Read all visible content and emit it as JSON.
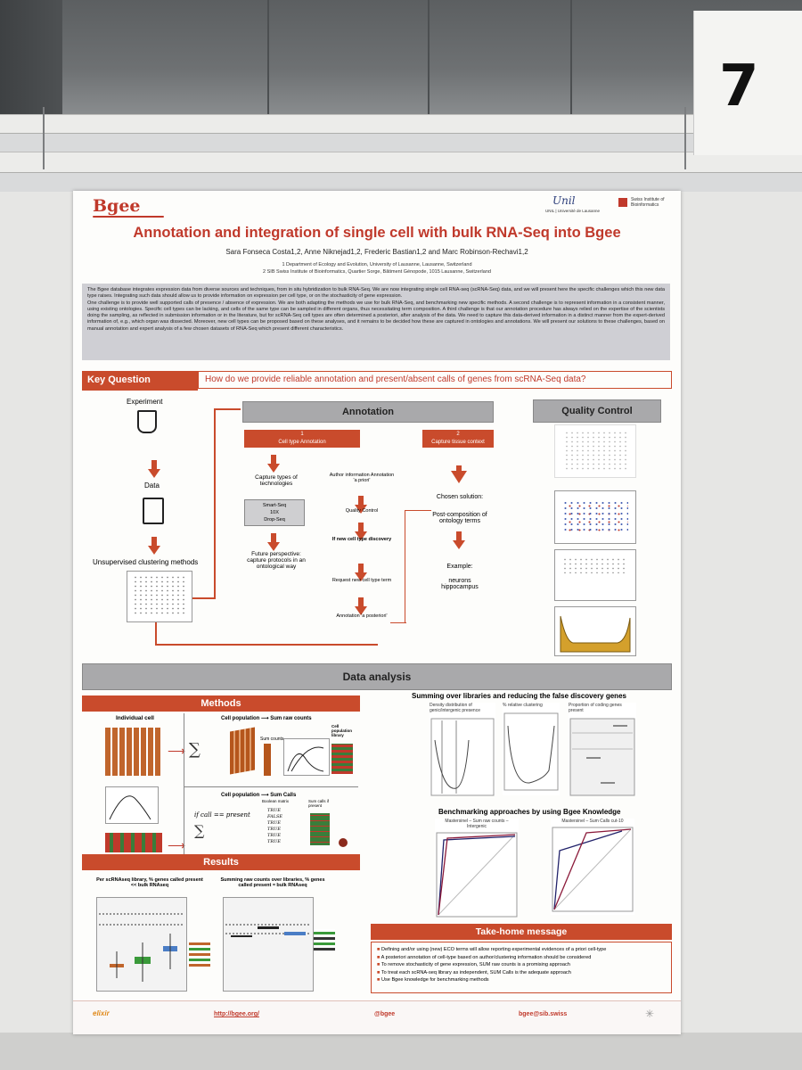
{
  "scene": {
    "booth_number": "7"
  },
  "poster": {
    "logo_left": "Bgee",
    "logo_unil": "Unil",
    "logo_unil_sub": "UNIL | Université de Lausanne",
    "logo_sib": "Swiss Institute of Bioinformatics",
    "title": "Annotation and integration of single cell with bulk RNA-Seq into Bgee",
    "authors": "Sara Fonseca Costa1,2, Anne Niknejad1,2, Frederic Bastian1,2 and Marc Robinson-Rechavi1,2",
    "affiliation_1": "1 Department of Ecology and Evolution, University of Lausanne, Lausanne, Switzerland",
    "affiliation_2": "2 SIB Swiss Institute of Bioinformatics, Quartier Sorge, Bâtiment Génopode, 1015 Lausanne, Switzerland",
    "abstract_p1": "The Bgee database integrates expression data from diverse sources and techniques, from in situ hybridization to bulk RNA-Seq. We are now integrating single cell RNA-seq (scRNA-Seq) data, and we will present here the specific challenges which this new data type raises. Integrating such data should allow us to provide information on expression per cell type, or on the stochasticity of gene expression.",
    "abstract_p2": "One challenge is to provide well supported calls of presence / absence of expression. We are both adapting the methods we use for bulk RNA-Seq, and benchmarking new specific methods. A second challenge is to represent information in a consistent manner, using existing ontologies. Specific cell types can be lacking, and cells of the same type can be sampled in different organs, thus necessitating term composition. A third challenge is that our annotation procedure has always relied on the expertise of the scientists doing the sampling, as reflected in submission information or in the literature, but for scRNA-Seq cell types are often determined a posteriori, after analysis of the data. We need to capture this data-derived information in a distinct manner from the expert-derived information of, e.g., which organ was dissected. Moreover, new cell types can be proposed based on these analyses, and it remains to be decided how these are captured in ontologies and annotations. We will present our solutions to these challenges, based on manual annotation and expert analysis of a few chosen datasets of RNA-Seq which present different characteristics.",
    "key_question_label": "Key Question",
    "key_question": "How do we provide reliable annotation and present/absent calls of genes from scRNA-Seq data?",
    "flow": {
      "experiment": "Experiment",
      "data": "Data",
      "clustering": "Unsupervised clustering methods"
    },
    "annotation": {
      "header": "Annotation",
      "cell_type": "1\nCell type Annotation",
      "tissue_context": "2\nCapture tissue context",
      "capture_types": "Capture types of technologies",
      "tech_list": "Smart-Seq\n10X\nDrop-Seq",
      "future": "Future perspective: capture protocols in an ontological way",
      "author_info": "Author information Annotation 'a priori'",
      "qc": "Quality Control",
      "new_cell": "If new cell type discovery",
      "request": "Request new cell type term",
      "posteriori": "Annotation 'a posteriori'",
      "chosen": "Chosen solution:",
      "postcomp": "Post-composition of ontology terms",
      "example": "Example:",
      "example_val": "neurons hippocampus"
    },
    "quality_control": "Quality Control",
    "data_analysis": "Data analysis",
    "methods": {
      "header": "Methods",
      "individual_cell": "Individual cell",
      "pop_counts": "Cell population ⟶ Sum raw counts",
      "pop_calls": "Cell population ⟶ Sum Calls",
      "sum_counts": "Sum counts",
      "cell_pop_lib": "Cell population library",
      "if_call": "if call == present",
      "boolean_matrix": "Boolean matrix",
      "sum_calls_present": "Sum calls if present",
      "bools": "TRUE\nFALSE\nTRUE\nTRUE\nTRUE\nTRUE"
    },
    "summing_title": "Summing over libraries and reducing the false discovery genes",
    "summing_plots": [
      "Density distribution of genic/intergenic presence",
      "% relative clustering",
      "Proportion of coding genes present"
    ],
    "benchmark_title": "Benchmarking approaches by using Bgee Knowledge",
    "benchmark_plots": [
      "Mastersinel – Sum raw counts – Intergenic",
      "Mastersinel – Sum Calls cut-10"
    ],
    "results": {
      "header": "Results",
      "left_caption": "Per scRNAseq library, % genes called present << bulk RNAseq",
      "right_caption": "Summing raw counts over libraries, % genes called present ≈ bulk RNAseq"
    },
    "takehome": {
      "header": "Take-home message",
      "items": [
        "Defining and/or using (new) ECO terms will allow reporting experimental evidences of a priori cell-type",
        "A posteriori annotation of cell-type based on author/clustering information should be considered",
        "To remove stochasticity of gene expression, SUM raw counts is a promising approach",
        "To treat each scRNA-seq library as independent, SUM Calls is the adequate approach",
        "Use Bgee knowledge for benchmarking methods"
      ]
    },
    "footer": {
      "elixir": "elixir",
      "url": "http://bgee.org/",
      "twitter": "@bgee",
      "email": "bgee@sib.swiss"
    }
  }
}
